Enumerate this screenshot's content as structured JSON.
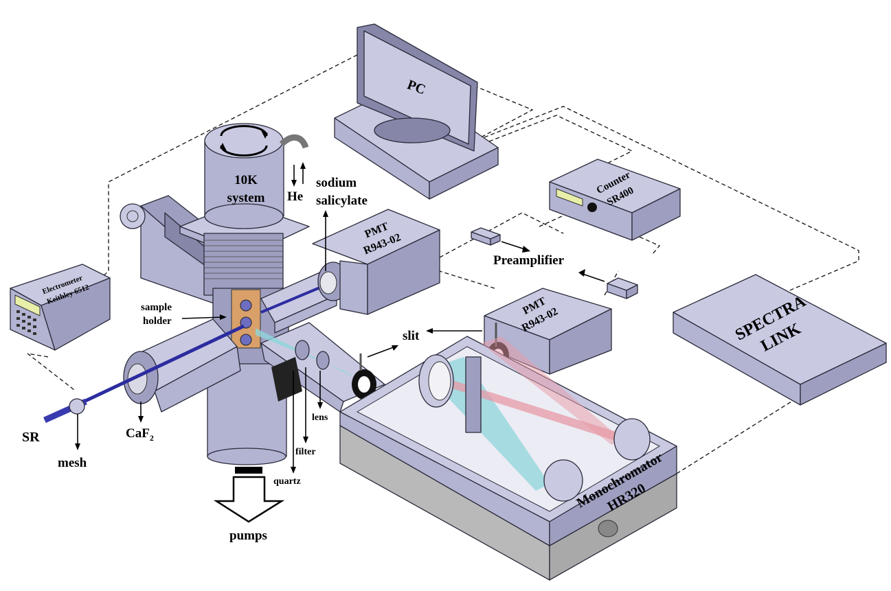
{
  "labels": {
    "pc": "PC",
    "system_line1": "10K",
    "system_line2": "system",
    "he": "He",
    "sodium_line1": "sodium",
    "sodium_line2": "salicylate",
    "counter_line1": "Counter",
    "counter_line2": "SR400",
    "pmt_top_line1": "PMT",
    "pmt_top_line2": "R943-02",
    "preamplifier": "Preamplifier",
    "electrometer_line1": "Electrometer",
    "electrometer_line2": "Keithley 6512",
    "sample_line1": "sample",
    "sample_line2": "holder",
    "pmt_right_line1": "PMT",
    "pmt_right_line2": "R943-02",
    "slit": "slit",
    "spectra_line1": "SPECTRA",
    "spectra_line2": "LINK",
    "sr": "SR",
    "caf2_base": "CaF",
    "caf2_sub": "2",
    "mesh": "mesh",
    "lens": "lens",
    "filter": "filter",
    "quartz": "quartz",
    "pumps": "pumps",
    "mono_line1": "Monochromator",
    "mono_line2": "HR320"
  },
  "colors": {
    "metal_top": "#c9cae2",
    "metal_front": "#b3b4d2",
    "metal_side": "#9e9fc0",
    "beam_blue": "#2c2ca0",
    "beam_cyan": "#8fd6dc",
    "beam_red": "#e79aa6",
    "sample_holder": "#d9a06a",
    "monochromator_base": "#b9b9b9"
  }
}
